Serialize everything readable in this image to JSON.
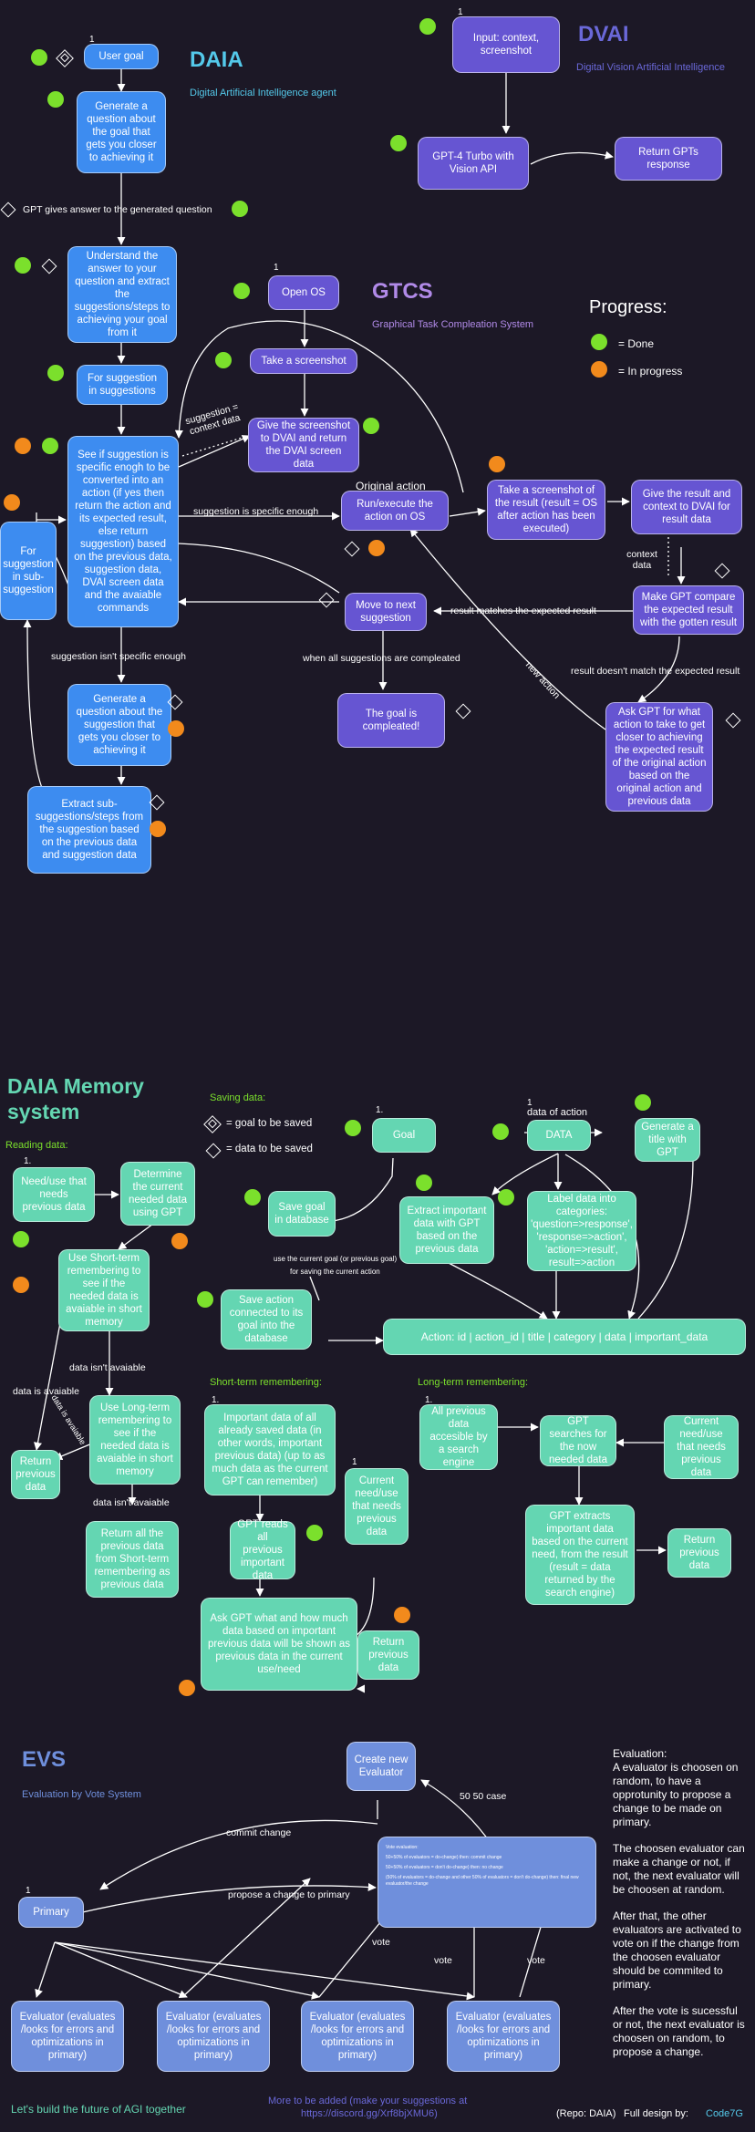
{
  "daia": {
    "title": "DAIA",
    "subtitle": "Digital Artificial Intelligence agent",
    "user_goal": "User goal",
    "generate_question": "Generate a question about the goal that gets you closer to achieving it",
    "gpt_answer_label": "GPT gives answer to the generated question",
    "understand": "Understand the answer to your question and extract the suggestions/steps to achieving your goal from it",
    "for_suggestion": "For suggestion in suggestions",
    "see_if": "See if suggestion is specific enogh to be converted into an action (if yes then return the action and its expected result, else return suggestion) based on the previous data, suggestion data, DVAI screen data and the avaiable commands",
    "for_sub": "For suggestion in sub-suggestion",
    "not_specific": "suggestion isn't specific enough",
    "generate_question2": "Generate a question about the suggestion that gets you closer to achieving it",
    "extract_sub": "Extract sub-suggestions/steps from the suggestion based on the previous data and suggestion data",
    "specific_enough": "suggestion is specific enough",
    "suggestion_context": "suggestion = context data"
  },
  "dvai": {
    "title": "DVAI",
    "subtitle": "Digital Vision Artificial Intelligence",
    "input": "Input: context, screenshot",
    "gpt4": "GPT-4 Turbo with Vision API",
    "return": "Return GPTs response"
  },
  "gtcs": {
    "title": "GTCS",
    "subtitle": "Graphical Task Compleation System",
    "open_os": "Open OS",
    "take_screenshot": "Take a screenshot",
    "give_screenshot": "Give the screenshot to DVAI and return the DVAI screen data",
    "original_action": "Original action",
    "run": "Run/execute the action on OS",
    "take_result": "Take a screenshot of the result (result = OS after action has been executed)",
    "give_result": "Give the result and context to DVAI for result data",
    "context_data": "context data",
    "compare": "Make GPT compare the expected result with the gotten result",
    "matches": "result matches the expected result",
    "move_next": "Move to next suggestion",
    "when_all": "when all suggestions are compleated",
    "goal_done": "The goal is compleated!",
    "new_action": "new action",
    "not_match": "result doesn't match the expected result",
    "ask_gpt": "Ask GPT for what action to take to get closer to achieving the expected result of the original action based on the original action and previous data"
  },
  "progress": {
    "title": "Progress:",
    "done": "= Done",
    "in_progress": "= In progress"
  },
  "memory": {
    "title_line1": "DAIA Memory",
    "title_line2": "system",
    "saving": "Saving data:",
    "goal_saved": "= goal to be saved",
    "data_saved": "= data to be saved",
    "goal": "Goal",
    "data": "DATA",
    "data_of_action": "data of action",
    "generate_title": "Generate a title with GPT",
    "save_goal": "Save goal in database",
    "extract_important": "Extract important data with GPT based on the previous data",
    "label_data": "Label data into categories: 'question=>response', 'response=>action', 'action=>result', result=>action",
    "use_current_goal": "use the current goal (or previous goal)",
    "for_saving": "for saving the current action",
    "save_action": "Save action connected to its goal into the database",
    "action_record": "Action: id | action_id | title | category | data | important_data",
    "reading": "Reading data:",
    "need_use": "Need/use that needs previous data",
    "determine": "Determine the current needed data using GPT",
    "use_short": "Use Short-term remembering to see if the needed data is avaiable in short memory",
    "data_isnt": "data isn't avaiable",
    "data_is": "data is avaiable",
    "data_is_2": "data is avaiable",
    "use_long": "Use Long-term remembering to see if the needed data is avaiable in short memory",
    "return_prev": "Return previous data",
    "data_isnt_2": "data isn't avaiable",
    "return_all": "Return all the previous data from Short-term remembering as previous data",
    "short_title": "Short-term remembering:",
    "important_all": "Important data of all already saved data (in other words, important previous data) (up to as much data as the current GPT can remember)",
    "gpt_reads": "GPT reads all previous important data",
    "current_need": "Current need/use that needs previous data",
    "ask_how": "Ask GPT what and how much data based on important previous data will be shown as previous data in the current use/need",
    "return_prev2": "Return previous data",
    "long_title": "Long-term remembering:",
    "all_prev": "All previous data accesible by a search engine",
    "gpt_searches": "GPT searches for the now needed data",
    "current_need2": "Current need/use that needs previous data",
    "gpt_extracts": "GPT extracts important data based on the current need, from the result (result = data returned by the search engine)",
    "return_prev3": "Return previous data"
  },
  "evs": {
    "title": "EVS",
    "subtitle": "Evaluation by Vote System",
    "create_new": "Create new Evaluator",
    "fifty": "50 50 case",
    "commit_change": "commit change",
    "vote_box_1": "Vote evaluation:",
    "vote_box_2": "50+50% of evaluators = do-change) then: commit change",
    "vote_box_3": "50+50% of evaluators = don't do-change) then: no change",
    "vote_box_4": "(50% of evaluators = do-change and other 50% of evaluators = don't do-change) then: final new evaluator/the change",
    "propose": "propose a change to primary",
    "primary": "Primary",
    "vote": "vote",
    "evaluator": "Evaluator (evaluates /looks for errors and optimizations in primary)",
    "explain_title": "Evaluation:",
    "explain_1": "A evaluator is choosen on random, to have a opprotunity to propose a change to be made on primary.",
    "explain_2": "The choosen evaluator can make a change or not, if not, the next evaluator will be choosen at random.",
    "explain_3": "After that, the other evaluators are activated to vote on if the change from the choosen evaluator should be commited to primary.",
    "explain_4": "After the vote is sucessful or not, the next evaluator is choosen on random, to propose a change."
  },
  "footer": {
    "left": "Let's build the future of AGI together",
    "mid_1": "More to be added (make your suggestions at",
    "mid_2": "https://discord.gg/Xrf8bjXMU6)",
    "repo": "(Repo: DAIA)",
    "design": "Full design by:",
    "author": "Code7G"
  },
  "colors": {
    "background": "#1c1826",
    "daia_node": "#3d8cf0",
    "dvai_node": "#6655d2",
    "memory_node": "#64d6b2",
    "evs_node": "#6f8fdc",
    "done": "#7be02c",
    "in_progress": "#f28a1c"
  },
  "icons": [
    "done-dot",
    "in-progress-dot",
    "data-diamond",
    "goal-double-diamond"
  ]
}
